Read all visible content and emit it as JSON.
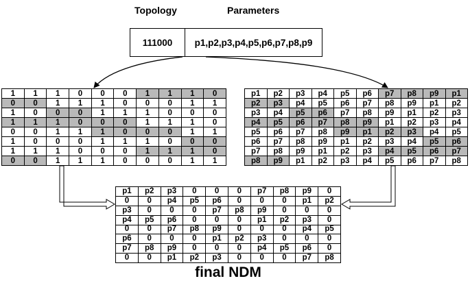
{
  "headers": {
    "topology": "Topology",
    "parameters": "Parameters"
  },
  "encoding": {
    "topology_code": "111000",
    "parameter_list": "p1,p2,p3,p4,p5,p6,p7,p8,p9"
  },
  "topology_matrix": [
    [
      "1",
      "1",
      "1",
      "0",
      "0",
      "0",
      "1",
      "1",
      "1",
      "0"
    ],
    [
      "0",
      "0",
      "1",
      "1",
      "1",
      "0",
      "0",
      "0",
      "1",
      "1"
    ],
    [
      "1",
      "0",
      "0",
      "0",
      "1",
      "1",
      "1",
      "0",
      "0",
      "0"
    ],
    [
      "1",
      "1",
      "1",
      "0",
      "0",
      "0",
      "1",
      "1",
      "1",
      "0"
    ],
    [
      "0",
      "0",
      "1",
      "1",
      "1",
      "0",
      "0",
      "0",
      "1",
      "1"
    ],
    [
      "1",
      "0",
      "0",
      "0",
      "1",
      "1",
      "1",
      "0",
      "0",
      "0"
    ],
    [
      "1",
      "1",
      "1",
      "0",
      "0",
      "0",
      "1",
      "1",
      "1",
      "0"
    ],
    [
      "0",
      "0",
      "1",
      "1",
      "1",
      "0",
      "0",
      "0",
      "1",
      "1"
    ]
  ],
  "topology_highlight": [
    [
      0,
      0,
      0,
      0,
      0,
      0,
      1,
      1,
      1,
      1
    ],
    [
      1,
      1,
      0,
      0,
      0,
      0,
      0,
      0,
      0,
      0
    ],
    [
      0,
      0,
      1,
      1,
      0,
      0,
      0,
      0,
      0,
      0
    ],
    [
      1,
      1,
      1,
      1,
      1,
      1,
      0,
      0,
      0,
      0
    ],
    [
      0,
      0,
      0,
      0,
      1,
      1,
      1,
      1,
      0,
      0
    ],
    [
      0,
      0,
      0,
      0,
      0,
      0,
      0,
      0,
      1,
      1
    ],
    [
      0,
      0,
      0,
      0,
      0,
      0,
      1,
      1,
      1,
      1
    ],
    [
      1,
      1,
      0,
      0,
      0,
      0,
      0,
      0,
      0,
      0
    ]
  ],
  "parameter_matrix": [
    [
      "p1",
      "p2",
      "p3",
      "p4",
      "p5",
      "p6",
      "p7",
      "p8",
      "p9",
      "p1"
    ],
    [
      "p2",
      "p3",
      "p4",
      "p5",
      "p6",
      "p7",
      "p8",
      "p9",
      "p1",
      "p2"
    ],
    [
      "p3",
      "p4",
      "p5",
      "p6",
      "p7",
      "p8",
      "p9",
      "p1",
      "p2",
      "p3"
    ],
    [
      "p4",
      "p5",
      "p6",
      "p7",
      "p8",
      "p9",
      "p1",
      "p2",
      "p3",
      "p4"
    ],
    [
      "p5",
      "p6",
      "p7",
      "p8",
      "p9",
      "p1",
      "p2",
      "p3",
      "p4",
      "p5"
    ],
    [
      "p6",
      "p7",
      "p8",
      "p9",
      "p1",
      "p2",
      "p3",
      "p4",
      "p5",
      "p6"
    ],
    [
      "p7",
      "p8",
      "p9",
      "p1",
      "p2",
      "p3",
      "p4",
      "p5",
      "p6",
      "p7"
    ],
    [
      "p8",
      "p9",
      "p1",
      "p2",
      "p3",
      "p4",
      "p5",
      "p6",
      "p7",
      "p8"
    ]
  ],
  "parameter_highlight": [
    [
      0,
      0,
      0,
      0,
      0,
      0,
      1,
      1,
      1,
      1
    ],
    [
      1,
      1,
      0,
      0,
      0,
      0,
      0,
      0,
      0,
      0
    ],
    [
      0,
      0,
      1,
      1,
      0,
      0,
      0,
      0,
      0,
      0
    ],
    [
      1,
      1,
      1,
      1,
      1,
      1,
      0,
      0,
      0,
      0
    ],
    [
      0,
      0,
      0,
      0,
      1,
      1,
      1,
      1,
      0,
      0
    ],
    [
      0,
      0,
      0,
      0,
      0,
      0,
      0,
      0,
      1,
      1
    ],
    [
      0,
      0,
      0,
      0,
      0,
      0,
      1,
      1,
      1,
      1
    ],
    [
      1,
      1,
      0,
      0,
      0,
      0,
      0,
      0,
      0,
      0
    ]
  ],
  "final_matrix": [
    [
      "p1",
      "p2",
      "p3",
      "0",
      "0",
      "0",
      "p7",
      "p8",
      "p9",
      "0"
    ],
    [
      "0",
      "0",
      "p4",
      "p5",
      "p6",
      "0",
      "0",
      "0",
      "p1",
      "p2"
    ],
    [
      "p3",
      "0",
      "0",
      "0",
      "p7",
      "p8",
      "p9",
      "0",
      "0",
      "0"
    ],
    [
      "p4",
      "p5",
      "p6",
      "0",
      "0",
      "0",
      "p1",
      "p2",
      "p3",
      "0"
    ],
    [
      "0",
      "0",
      "p7",
      "p8",
      "p9",
      "0",
      "0",
      "0",
      "p4",
      "p5"
    ],
    [
      "p6",
      "0",
      "0",
      "0",
      "p1",
      "p2",
      "p3",
      "0",
      "0",
      "0"
    ],
    [
      "p7",
      "p8",
      "p9",
      "0",
      "0",
      "0",
      "p4",
      "p5",
      "p6",
      "0"
    ],
    [
      "0",
      "0",
      "p1",
      "p2",
      "p3",
      "0",
      "0",
      "0",
      "p7",
      "p8"
    ]
  ],
  "caption": "final NDM",
  "highlight_color": "#b9b9b9"
}
